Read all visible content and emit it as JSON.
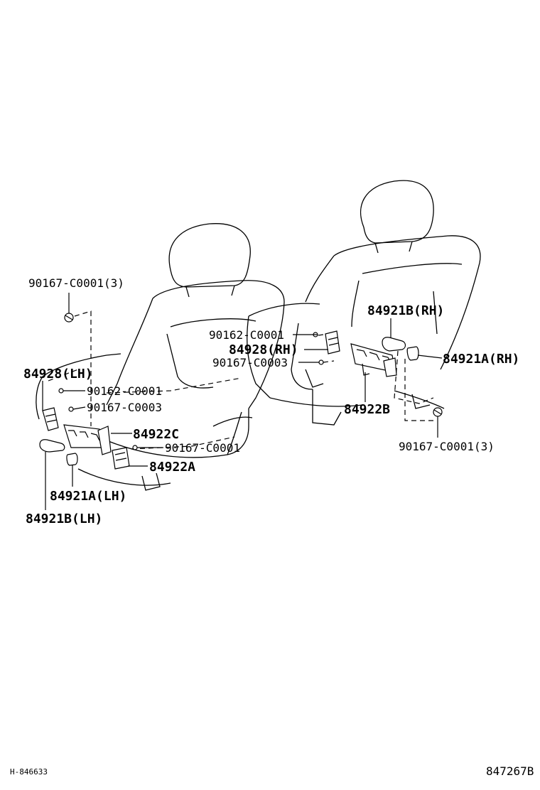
{
  "labels": {
    "bolt_lh_qty": "90167-C0001(3)",
    "bracket_lh": "84928(LH)",
    "screw_lh_1": "90162-C0001",
    "screw_lh_2": "90167-C0003",
    "switch_c": "84922C",
    "screw_lh_3": "90167-C0001",
    "switch_a": "84922A",
    "knob_a_lh": "84921A(LH)",
    "knob_b_lh": "84921B(LH)",
    "knob_b_rh": "84921B(RH)",
    "screw_rh_1": "90162-C0001",
    "bracket_rh": "84928(RH)",
    "screw_rh_2": "90167-C0003",
    "knob_a_rh": "84921A(RH)",
    "switch_b": "84922B",
    "bolt_rh_qty": "90167-C0001(3)"
  },
  "footer": {
    "left_code": "H-846633",
    "right_code": "847267B"
  }
}
